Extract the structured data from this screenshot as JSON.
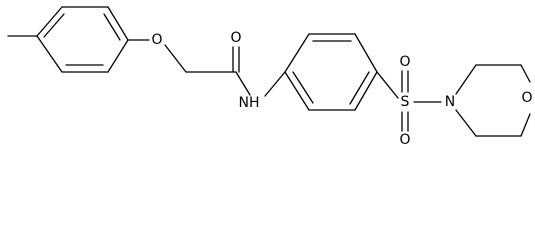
{
  "labels": {
    "ether_oxygen": "O",
    "carbonyl_oxygen": "O",
    "amide_nitrogen": "NH",
    "sulfur": "S",
    "sulfonyl_oxygen_top": "O",
    "sulfonyl_oxygen_bottom": "O",
    "morpholine_nitrogen": "N",
    "morpholine_oxygen": "O"
  },
  "colors": {
    "bond": "#000000",
    "text": "#000000",
    "background": "#ffffff"
  }
}
